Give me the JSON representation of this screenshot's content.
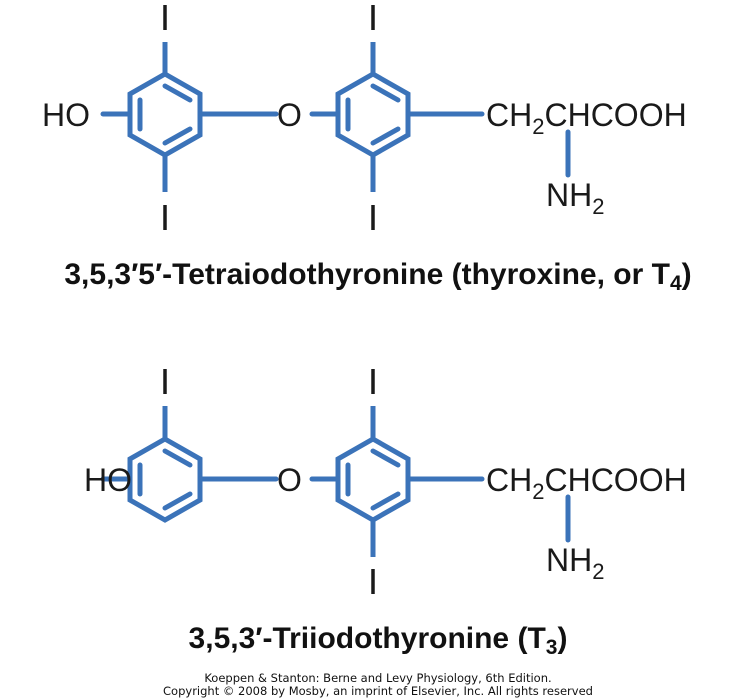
{
  "molecules": [
    {
      "id": "t4",
      "name_main": "3,5,3′5′-Tetraiodothyronine (thyroxine, or T",
      "name_sub": "4",
      "name_tail": ")",
      "substituents": {
        "hydroxyl": "HO",
        "ether_oxygen": "O",
        "iodine_label": "I",
        "chain_ch": "CH",
        "chain_ch_sub": "2",
        "chain_rest": "CHCOOH",
        "amine": "NH",
        "amine_sub": "2"
      },
      "iodine_count": 4
    },
    {
      "id": "t3",
      "name_main": "3,5,3′-Triiodothyronine (T",
      "name_sub": "3",
      "name_tail": ")",
      "substituents": {
        "hydroxyl": "HO",
        "ether_oxygen": "O",
        "iodine_label": "I",
        "chain_ch": "CH",
        "chain_ch_sub": "2",
        "chain_rest": "CHCOOH",
        "amine": "NH",
        "amine_sub": "2"
      },
      "iodine_count": 3
    }
  ],
  "credit": {
    "line1": "Koeppen & Stanton: Berne and Levy Physiology, 6th Edition.",
    "line2": "Copyright © 2008 by Mosby, an imprint of Elsevier, Inc. All rights reserved"
  },
  "colors": {
    "bond": "#3b73b9",
    "text": "#1a1a1a"
  }
}
